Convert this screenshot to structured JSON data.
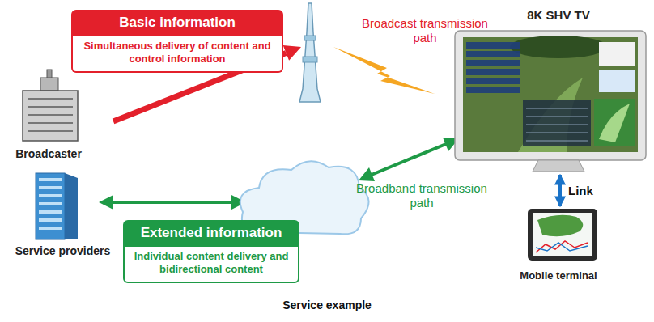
{
  "diagram": {
    "caption": "Service example",
    "nodes": [
      {
        "text": [
          "Basic information",
          "Simultaneous delivery of content and control information"
        ]
      },
      {
        "text": [
          "8K SHV TV"
        ]
      },
      {
        "text": [
          "Broadcaster"
        ]
      },
      {
        "text": [
          "Service providers"
        ]
      },
      {
        "text": [
          "Extended information",
          "Individual content delivery and bidirectional content"
        ]
      },
      {
        "text": [
          "Mobile terminal"
        ]
      }
    ],
    "edges": [
      {
        "from": 1,
        "to": 5,
        "arrow": "both",
        "label": "Link"
      }
    ],
    "labels": [
      "Broadcast transmission path",
      "Broadband transmission path"
    ]
  }
}
